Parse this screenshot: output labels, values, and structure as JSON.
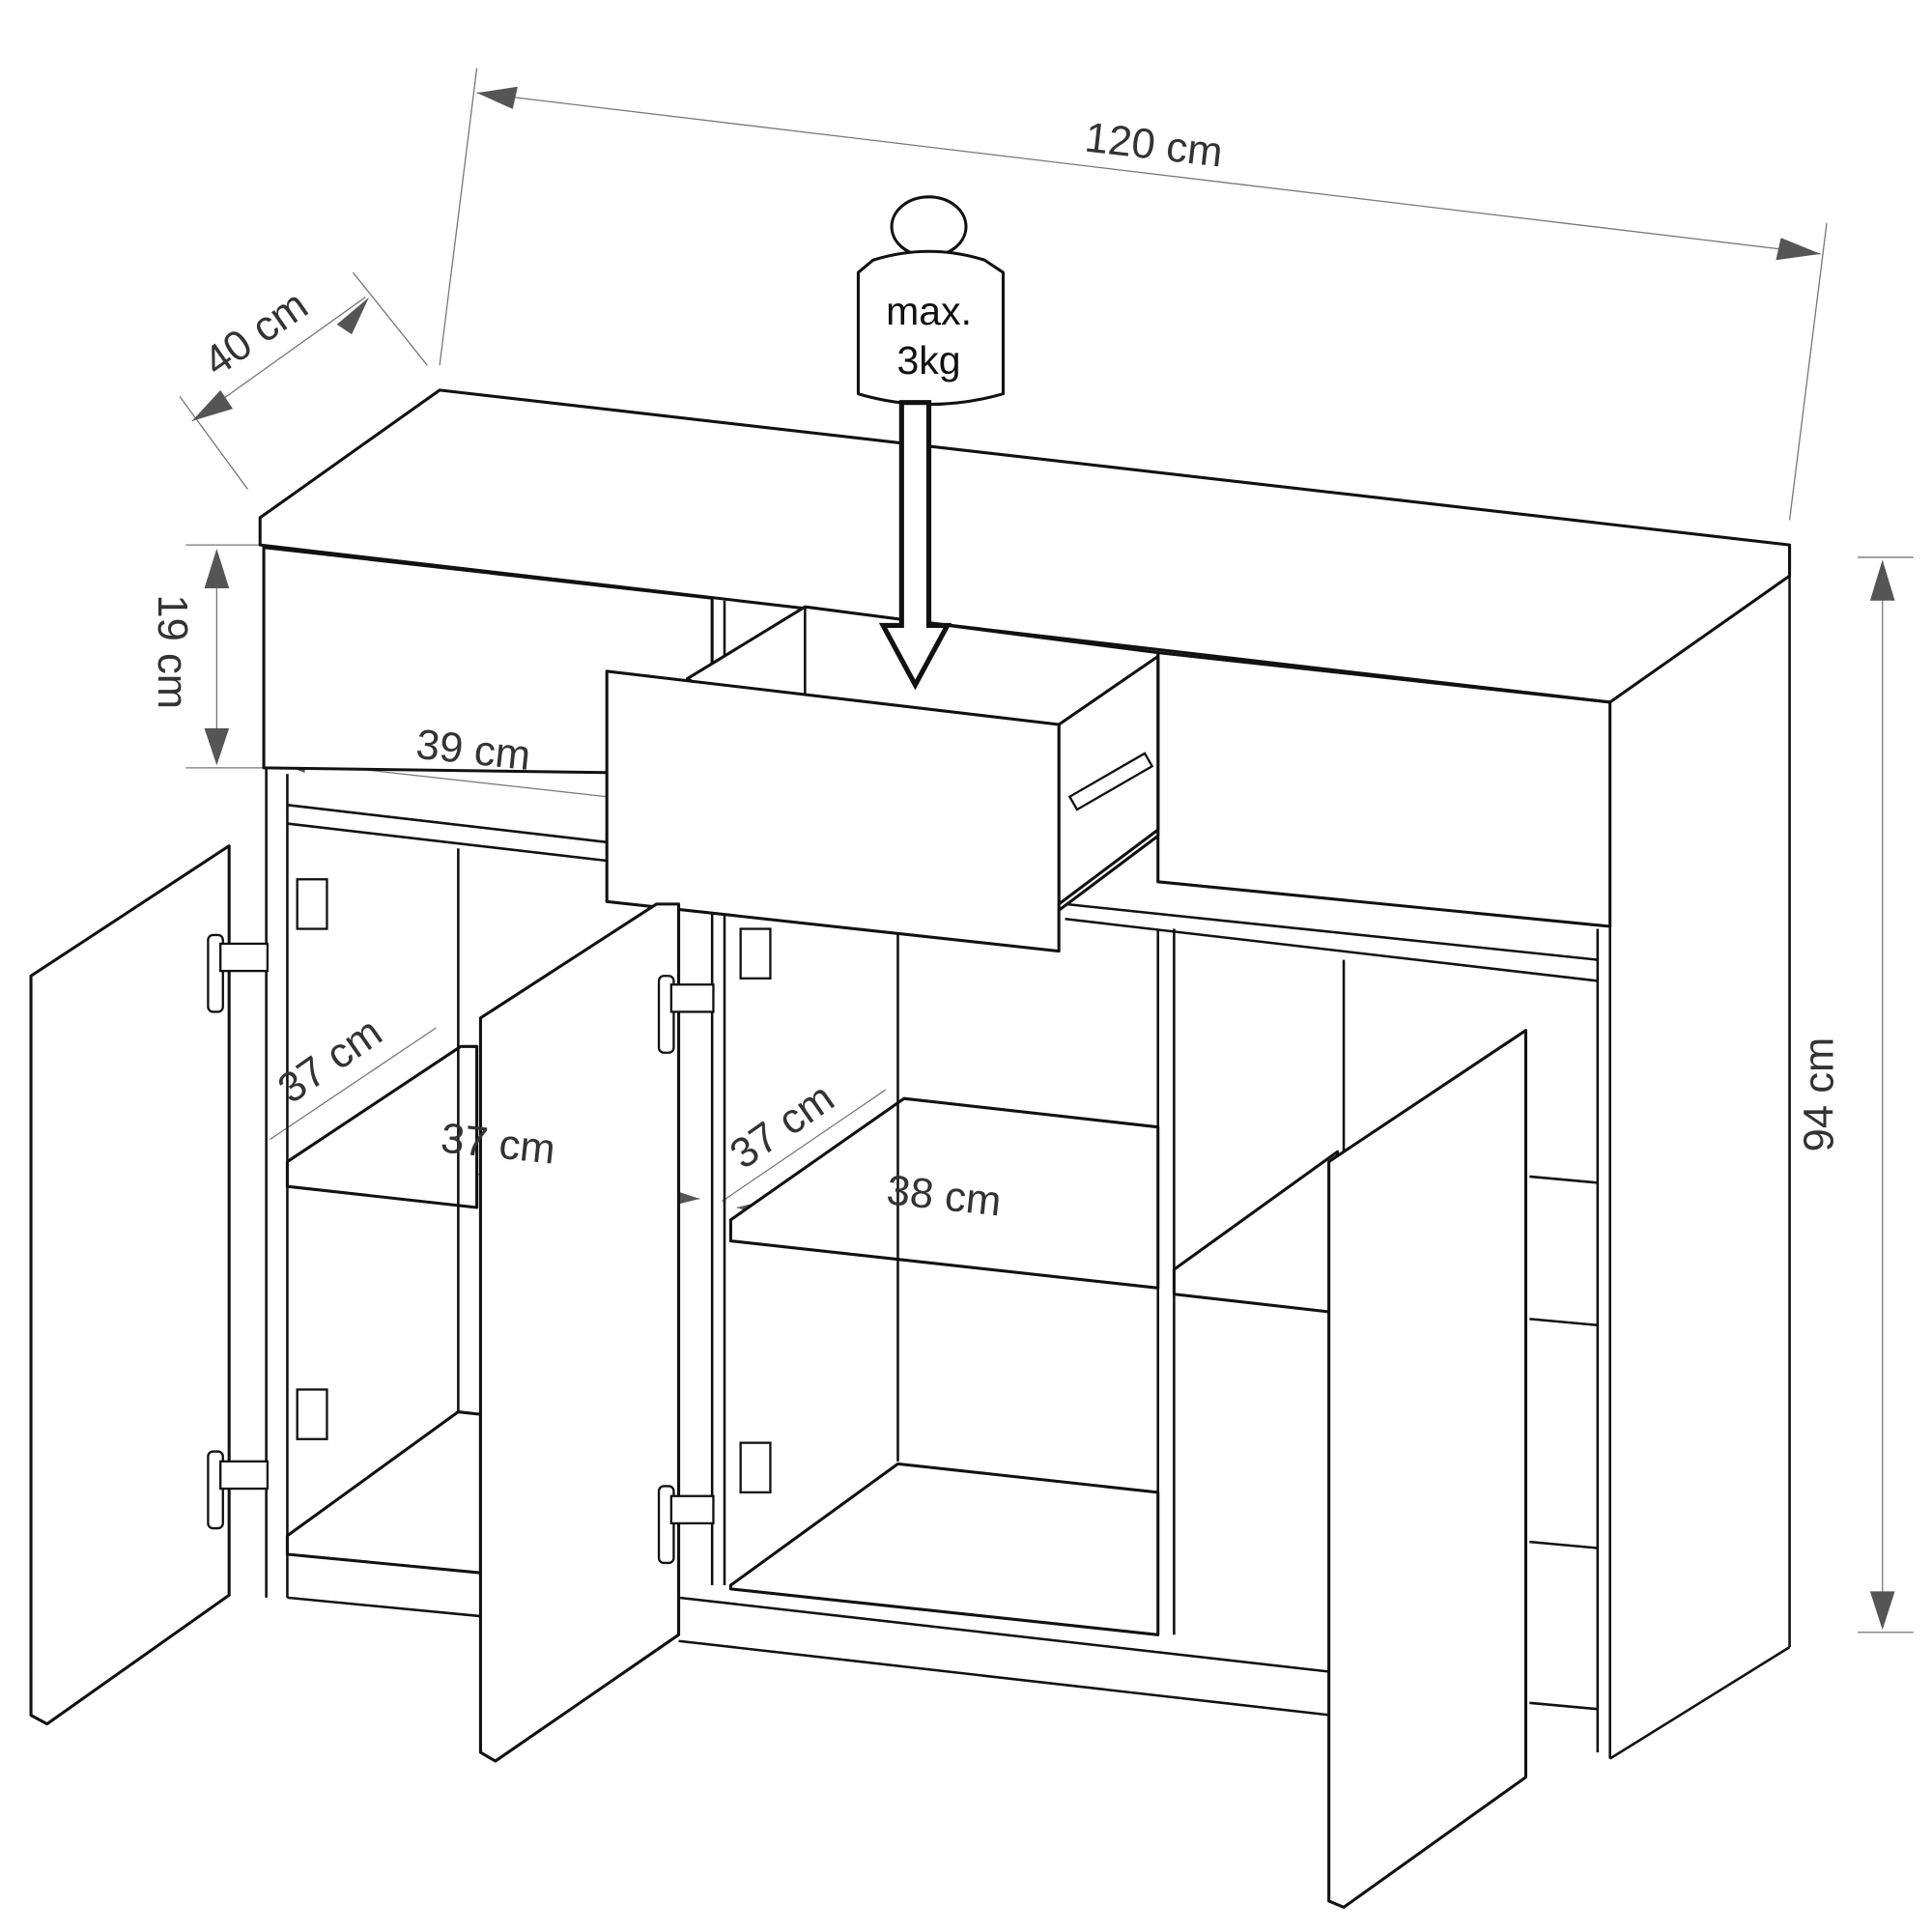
{
  "dimensions": {
    "width": "120 cm",
    "depth": "40 cm",
    "height": "94 cm",
    "drawer_height": "19 cm",
    "drawer_width": "39 cm",
    "shelf_depth_left": "37 cm",
    "shelf_width_left": "37 cm",
    "shelf_depth_middle": "37 cm",
    "shelf_width_middle": "38 cm"
  },
  "load_weight": {
    "line1": "max.",
    "line2": "3kg"
  }
}
